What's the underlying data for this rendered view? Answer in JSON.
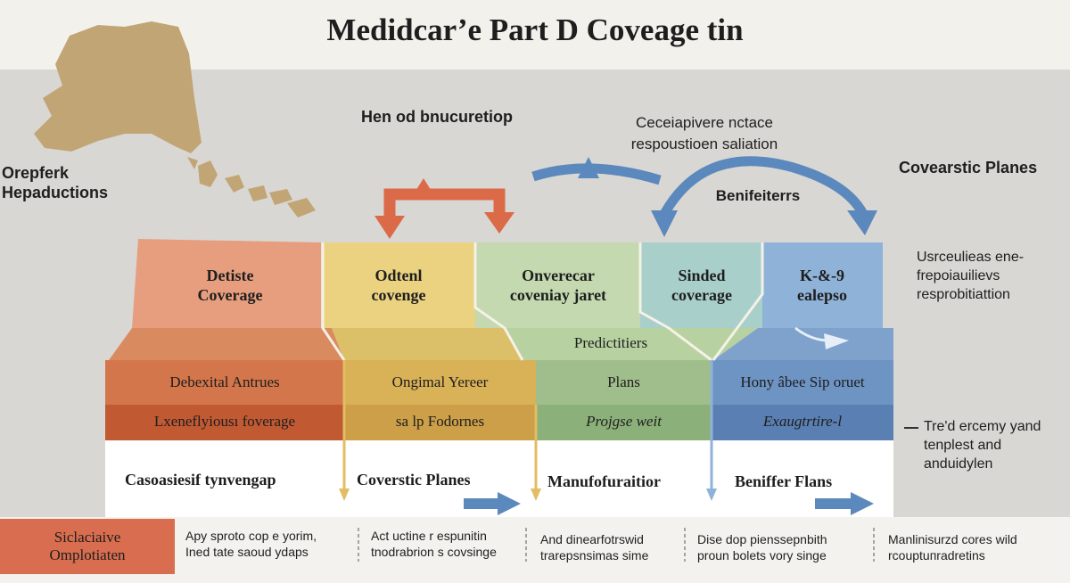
{
  "title": "Medidcar’e Part D Coveage tin",
  "top_labels": {
    "left_region": [
      "Orepferk",
      "Hepaductions"
    ],
    "top_center": "Hen od bnucuretiop",
    "top_right": [
      "Ceceiapivere nctace",
      "respoustioen saliation"
    ],
    "far_right": "Covearstic Planes",
    "beneficiaries": "Benifeiterrs",
    "right_side": [
      "Usrceulieas ene-",
      "frepoiauilievs",
      "resprobitiattion"
    ]
  },
  "columns": [
    {
      "lines": [
        "Detiste",
        "Coverage"
      ],
      "color": "#e79e7e"
    },
    {
      "lines": [
        "Odtenl",
        "covenge"
      ],
      "color": "#ebd281"
    },
    {
      "lines": [
        "Onverecar",
        "coveniay jaret"
      ],
      "color": "#c4d9b0"
    },
    {
      "lines": [
        "Sinded",
        "coverage"
      ],
      "color": "#a8cfca"
    },
    {
      "lines": [
        "K-&-9",
        "ealepso"
      ],
      "color": "#8fb3d8"
    }
  ],
  "middle_row": {
    "label": "Predictitiers"
  },
  "row1": [
    "Debexital Antrues",
    "Ongimal Yereer",
    "Plans",
    "Hony âbee Sip oruet"
  ],
  "row2": [
    "Lxeneflyiousı foverage",
    "sa lp Fodornes",
    "Projgse weit",
    "Exaugtrtire-l"
  ],
  "white_row": [
    "Casoasiesif tynvengap",
    "Coverstic Planes",
    "Manufofuraitior",
    "Beniffer Flans"
  ],
  "right_note": [
    "Tre'd ercemy yand",
    "tenplest and",
    "anduidylen"
  ],
  "bottom": {
    "label": [
      "Siclaciaive",
      "Omplotiaten"
    ],
    "cells": [
      [
        "Apy sproto cop e yorim,",
        "Ined tate saoud ydaps"
      ],
      [
        "Act uctine r espunitin",
        "tnodrabrion s covsinge"
      ],
      [
        "And dinearfotrswid",
        "trarepsnsimas sime"
      ],
      [
        "Dise dop pienssepnbith",
        "proun bolets vory singe"
      ],
      [
        "Manlinisurzd cores wild",
        "rcouptuпradretins"
      ]
    ]
  },
  "colors": {
    "background": "#f3f1ec",
    "panel": "#d9d7d3",
    "row1_red": "#d4764b",
    "row2_red": "#c15a33",
    "yellow_row": "#d9b157",
    "green_row": "#9fbe8c",
    "blue_row": "#6e94c4",
    "blue_row_dark": "#5a7fb2",
    "arrow_red": "#db6a48",
    "arrow_blue": "#5b88bd",
    "map": "#c2a574"
  }
}
